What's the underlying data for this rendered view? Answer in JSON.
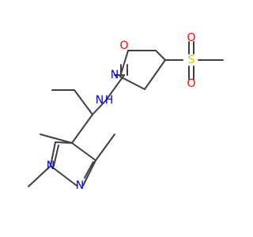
{
  "molecule": {
    "colors": {
      "bond": "#404040",
      "carbon": "#404040",
      "nitrogen": "#0000ff",
      "oxygen": "#ff0000",
      "sulfur": "#cccc00",
      "hydrogen": "#404040"
    },
    "atom_labels": {
      "amide_O": "O",
      "amide_NH_N": "N",
      "amide_NH_H": "H",
      "pyrrolidine_N": "N",
      "sulfonyl_S": "S",
      "sulfonyl_O_top": "O",
      "sulfonyl_O_bottom": "O",
      "pyrazole_N1": "N",
      "pyrazole_N2": "N"
    }
  }
}
